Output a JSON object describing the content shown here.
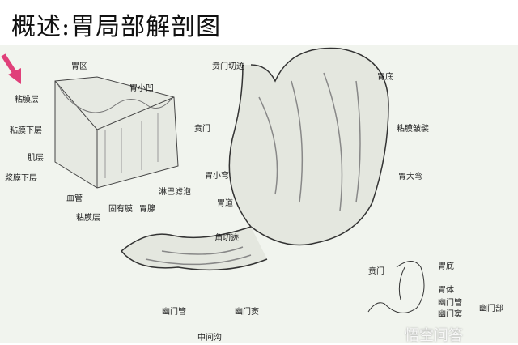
{
  "title": "概述:胃局部解剖图",
  "block": {
    "zone": "胃区",
    "pits": "胃小凹",
    "mucosa": "粘膜层",
    "submucosa": "粘膜下层",
    "muscle": "肌层",
    "subserosa": "浆膜下层",
    "vessel": "血管",
    "mucosa2": "粘膜层",
    "lamina": "固有膜",
    "gland": "胃腺",
    "lymph": "淋巴滤泡"
  },
  "stomach": {
    "cardiac_notch": "贲门切迹",
    "fundus": "胃底",
    "cardia": "贲门",
    "folds": "粘膜皱襞",
    "lesser": "胃小弯",
    "greater": "胃大弯",
    "canal": "胃道",
    "angular": "角切迹",
    "pyloric_canal": "幽门管",
    "antrum": "幽门窦",
    "sulcus": "中间沟"
  },
  "mini": {
    "cardia": "贲门",
    "fundus": "胃底",
    "body": "胃体",
    "canal": "幽门管",
    "antrum": "幽门窦",
    "pyloric": "幽门部"
  },
  "watermark": "悟空问答",
  "colors": {
    "arrow": "#e0407a"
  }
}
